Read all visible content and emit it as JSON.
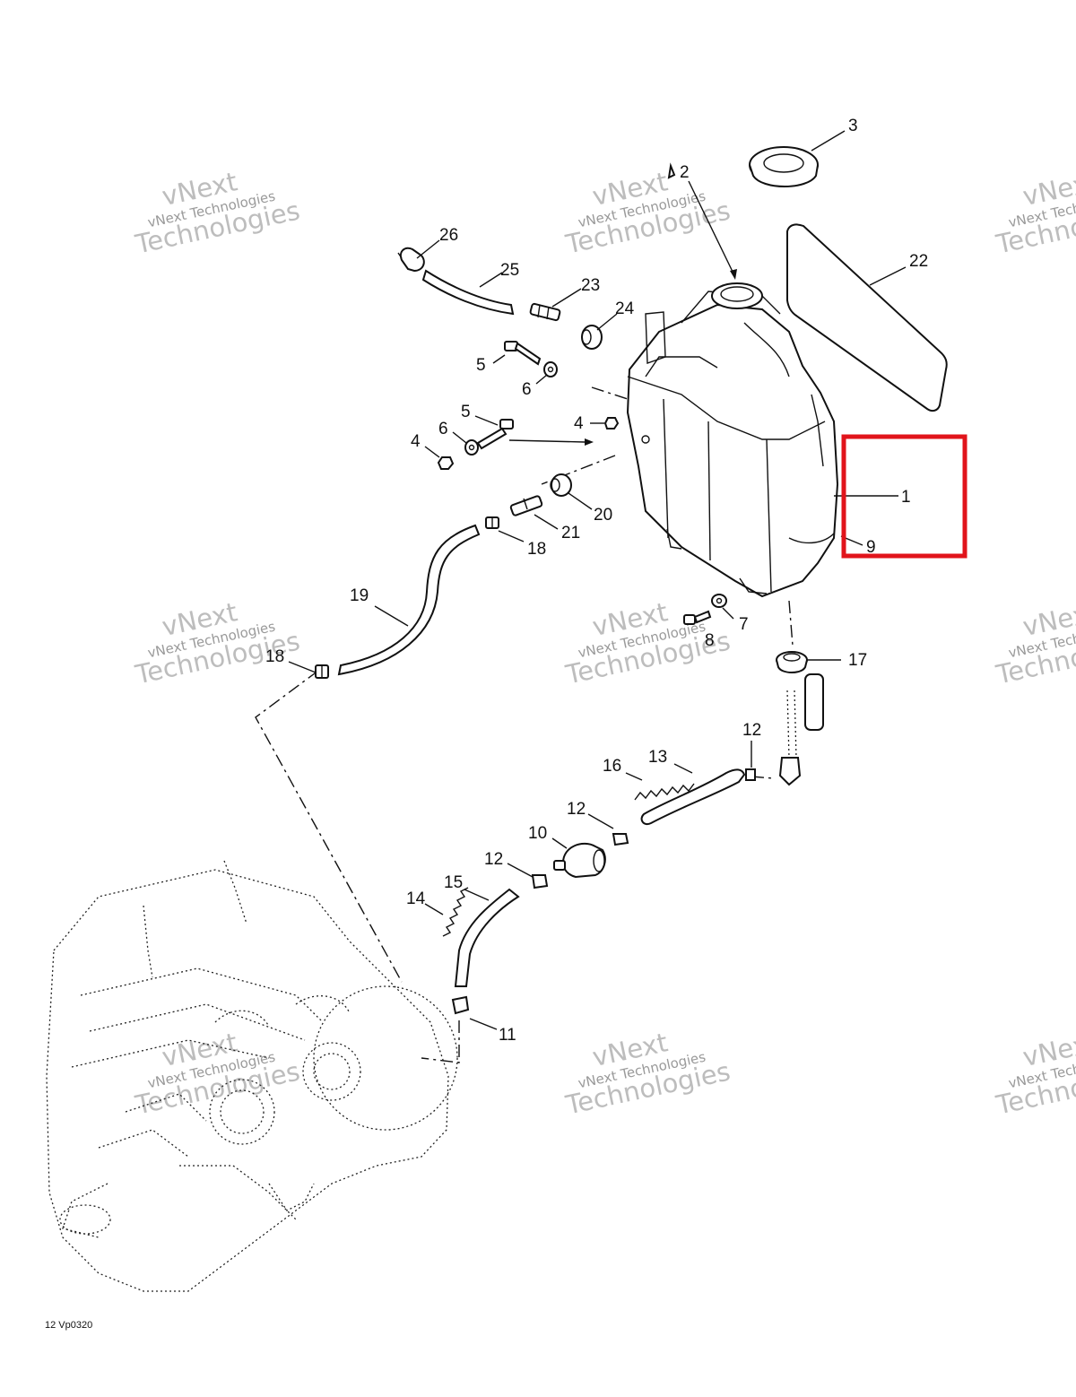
{
  "diagram": {
    "reference_code": "12 Vp0320",
    "watermark_line1": "vNext Technologies",
    "watermark_line2": "vNext",
    "watermark_line3": "Technologies",
    "highlight_color": "#e1141b",
    "highlighted_part": "1",
    "callouts": [
      {
        "id": "c1",
        "label": "1"
      },
      {
        "id": "c2",
        "label": "2"
      },
      {
        "id": "c3",
        "label": "3"
      },
      {
        "id": "c4a",
        "label": "4"
      },
      {
        "id": "c4b",
        "label": "4"
      },
      {
        "id": "c5a",
        "label": "5"
      },
      {
        "id": "c5b",
        "label": "5"
      },
      {
        "id": "c6a",
        "label": "6"
      },
      {
        "id": "c6b",
        "label": "6"
      },
      {
        "id": "c7",
        "label": "7"
      },
      {
        "id": "c8",
        "label": "8"
      },
      {
        "id": "c9",
        "label": "9"
      },
      {
        "id": "c10",
        "label": "10"
      },
      {
        "id": "c11",
        "label": "11"
      },
      {
        "id": "c12a",
        "label": "12"
      },
      {
        "id": "c12b",
        "label": "12"
      },
      {
        "id": "c12c",
        "label": "12"
      },
      {
        "id": "c13",
        "label": "13"
      },
      {
        "id": "c14",
        "label": "14"
      },
      {
        "id": "c15",
        "label": "15"
      },
      {
        "id": "c16",
        "label": "16"
      },
      {
        "id": "c17",
        "label": "17"
      },
      {
        "id": "c18a",
        "label": "18"
      },
      {
        "id": "c18b",
        "label": "18"
      },
      {
        "id": "c19",
        "label": "19"
      },
      {
        "id": "c20",
        "label": "20"
      },
      {
        "id": "c21",
        "label": "21"
      },
      {
        "id": "c22",
        "label": "22"
      },
      {
        "id": "c23",
        "label": "23"
      },
      {
        "id": "c24",
        "label": "24"
      },
      {
        "id": "c25",
        "label": "25"
      },
      {
        "id": "c26",
        "label": "26"
      }
    ]
  }
}
